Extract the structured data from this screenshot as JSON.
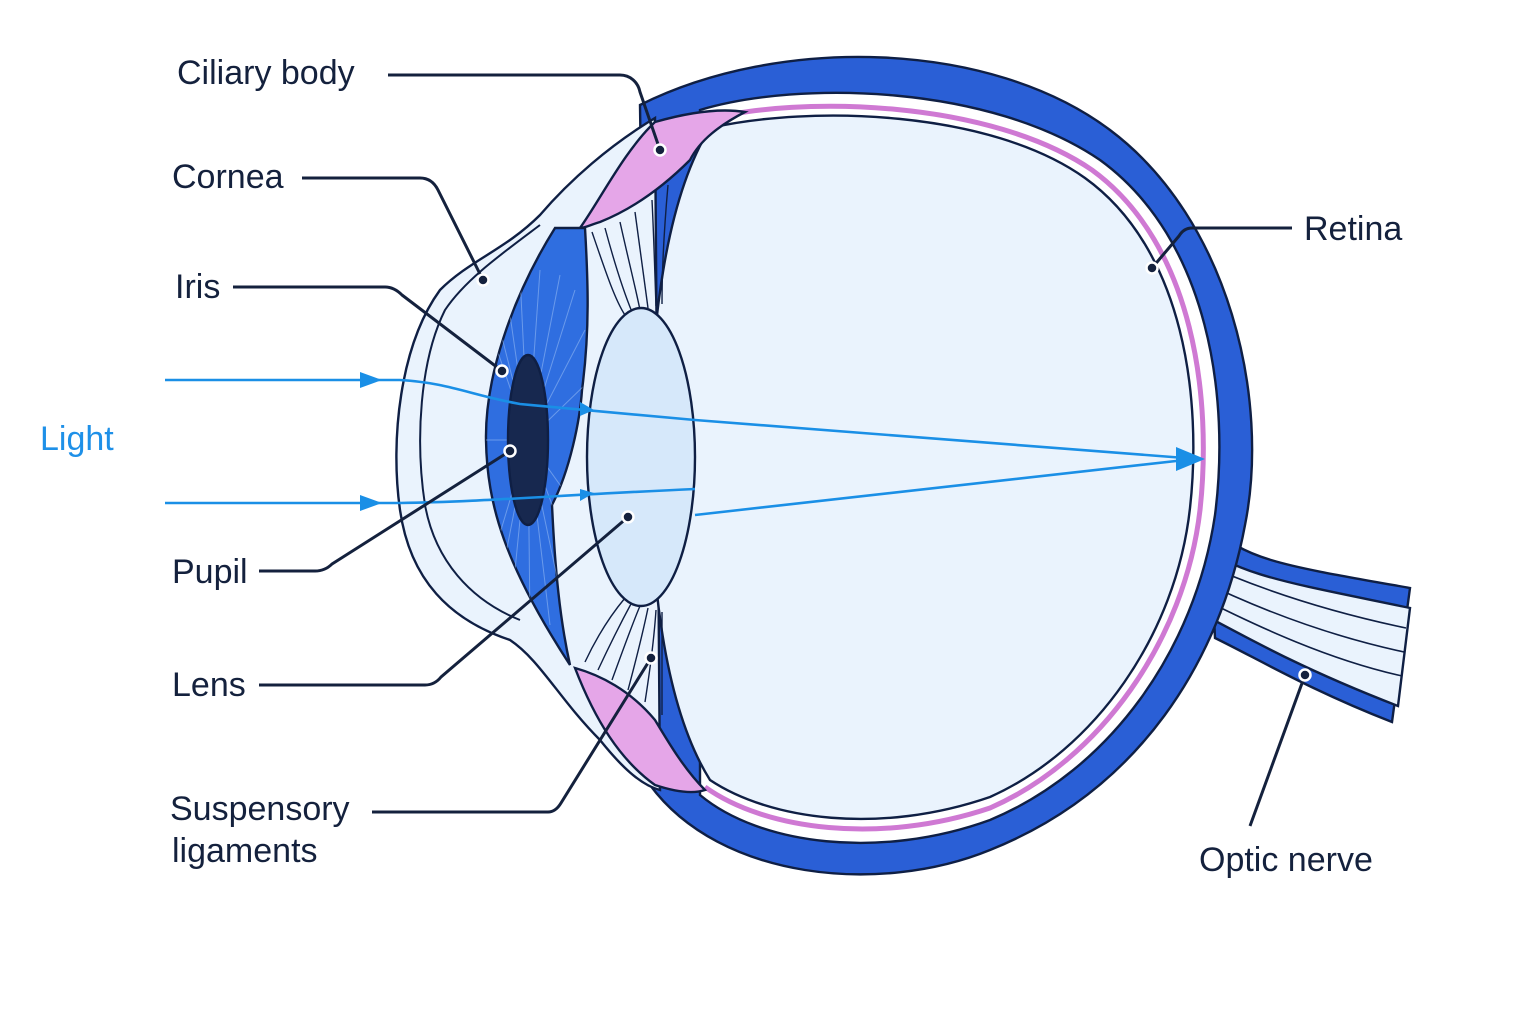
{
  "labels": {
    "ciliary_body": "Ciliary body",
    "cornea": "Cornea",
    "iris": "Iris",
    "light": "Light",
    "pupil": "Pupil",
    "lens": "Lens",
    "suspensory_line1": "Suspensory",
    "suspensory_line2": "ligaments",
    "retina": "Retina",
    "optic_nerve": "Optic nerve"
  },
  "colors": {
    "sclera": "#2a5fd6",
    "iris": "#2f6ee0",
    "pupil": "#17284f",
    "ciliary_body": "#e5a6e8",
    "retina_line": "#cf79d3",
    "vitreous": "#eaf3fd",
    "lens": "#d6e8fa",
    "light_ray": "#1a8fe6",
    "text": "#14213d",
    "light_label": "#1e90e8"
  }
}
